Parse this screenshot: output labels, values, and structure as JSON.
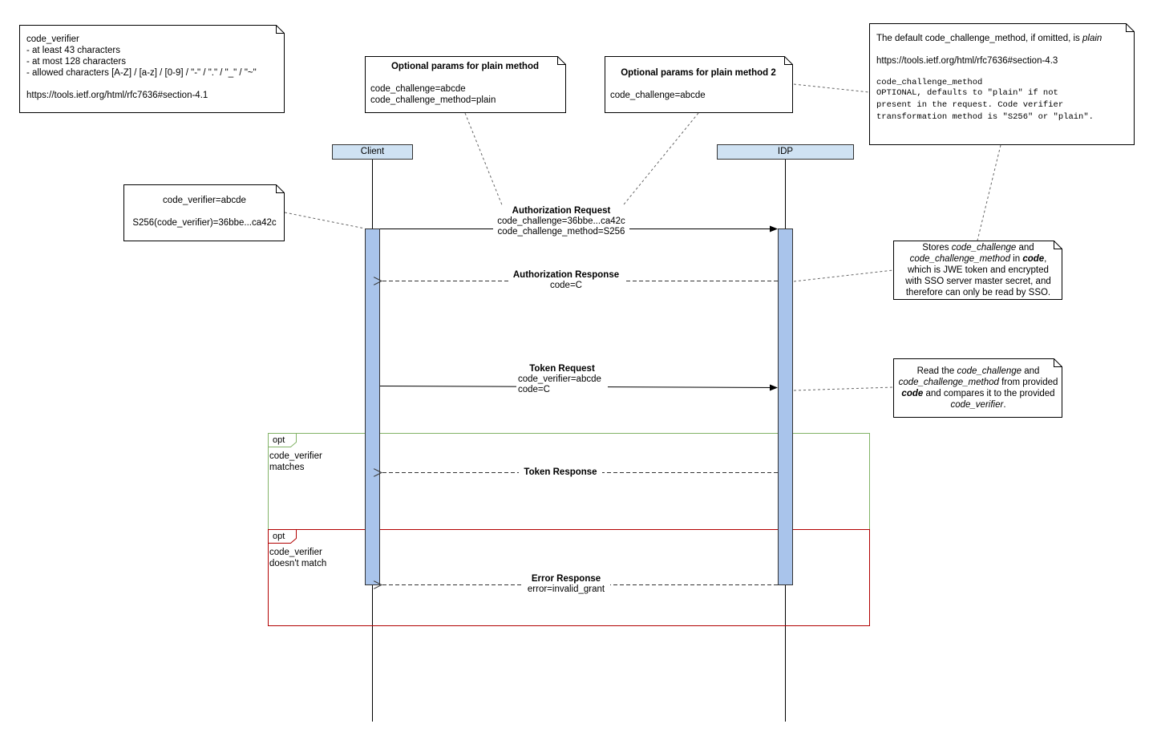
{
  "lifelines": {
    "client": "Client",
    "idp": "IDP"
  },
  "notes": {
    "verifier_rules": [
      "code_verifier",
      "- at least 43 characters",
      "- at most 128 characters",
      "- allowed characters [A-Z] / [a-z] / [0-9] / \"-\" / \".\" / \"_\" / \"~\"",
      "",
      "https://tools.ietf.org/html/rfc7636#section-4.1"
    ],
    "plain_params_title": "Optional params for plain method",
    "plain_params_lines": [
      "code_challenge=abcde",
      "code_challenge_method=plain"
    ],
    "plain_params2_title": "Optional params for plain method 2",
    "plain_params2_lines": [
      "code_challenge=abcde"
    ],
    "default_method": {
      "line1_prefix": "The default code_challenge_method, if omitted, is ",
      "line1_em": "plain",
      "link": "https://tools.ietf.org/html/rfc7636#section-4.3",
      "mono": [
        "code_challenge_method",
        "OPTIONAL, defaults to \"plain\" if not",
        "present in the request. Code verifier",
        "transformation method is \"S256\" or \"plain\"."
      ]
    },
    "client_verifier": [
      "code_verifier=abcde",
      "",
      "S256(code_verifier)=36bbe...ca42c"
    ],
    "stores_challenge": {
      "t1": "Stores ",
      "e1": "code_challenge",
      "t2": " and",
      "e2": "code_challenge_method",
      "t3": " in ",
      "b1": "code",
      "t4": ",",
      "t5": "which is JWE token and encrypted",
      "t6": "with SSO server master secret, and",
      "t7": "therefore can only be read by SSO."
    },
    "read_challenge": {
      "t1": "Read the ",
      "e1": "code_challenge",
      "t2": " and",
      "e2": "code_challenge_method",
      "t3": " from provided",
      "be1": "code",
      "t4": " and compares it to the provided",
      "e3": "code_verifier",
      "t5": "."
    }
  },
  "messages": {
    "auth_request": {
      "title": "Authorization Request",
      "lines": [
        "code_challenge=36bbe...ca42c",
        "code_challenge_method=S256"
      ]
    },
    "auth_response": {
      "title": "Authorization Response",
      "lines": [
        "code=C"
      ]
    },
    "token_request": {
      "title": "Token Request",
      "lines": [
        "code_verifier=abcde",
        "code=C"
      ]
    },
    "token_response": {
      "title": "Token Response"
    },
    "error_response": {
      "title": "Error Response",
      "lines": [
        "error=invalid_grant"
      ]
    }
  },
  "fragments": {
    "match": {
      "tag": "opt",
      "condition": [
        "code_verifier",
        "matches"
      ],
      "color": "#82b366"
    },
    "mismatch": {
      "tag": "opt",
      "condition": [
        "code_verifier",
        "doesn't match"
      ],
      "color": "#b20000"
    }
  },
  "colors": {
    "activation_fill": "#a9c4eb",
    "lifeline_head_fill": "#cfe2f3",
    "line": "#333333",
    "dashed_connector": "#666666"
  }
}
